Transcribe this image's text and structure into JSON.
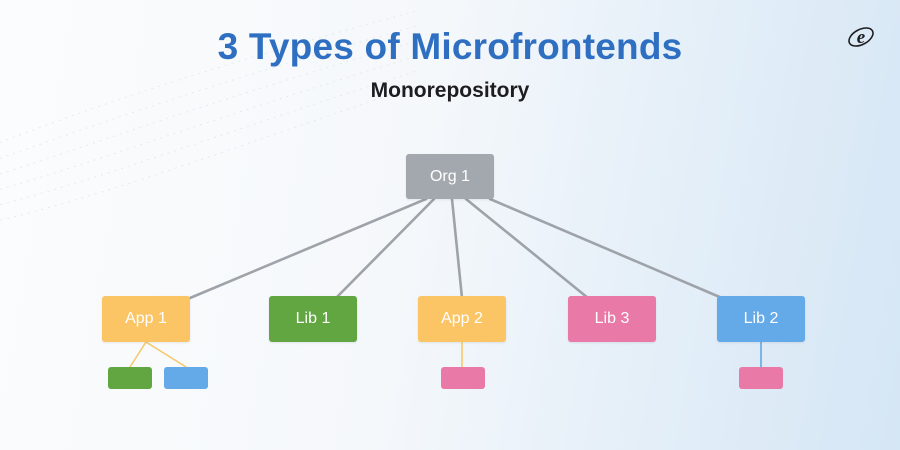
{
  "header": {
    "title": "3 Types of Microfrontends",
    "subtitle": "Monorepository"
  },
  "logo": {
    "icon": "e-letter-logo-icon",
    "glyph": "e"
  },
  "colors": {
    "title": "#2f6fc2",
    "org": "#a3a7ae",
    "app": "#fbc566",
    "lib_green": "#61a640",
    "lib_pink": "#e97aa8",
    "lib_blue": "#64a9e8",
    "link_gray": "#9ea3aa",
    "link_yellow": "#f6c96a",
    "link_blue": "#5ea8e4"
  },
  "diagram": {
    "root": {
      "label": "Org 1",
      "color": "org"
    },
    "children": [
      {
        "label": "App 1",
        "color": "app",
        "subs": [
          "lib_green",
          "lib_blue"
        ]
      },
      {
        "label": "Lib 1",
        "color": "lib_green",
        "subs": []
      },
      {
        "label": "App 2",
        "color": "app",
        "subs": [
          "lib_pink"
        ]
      },
      {
        "label": "Lib 3",
        "color": "lib_pink",
        "subs": []
      },
      {
        "label": "Lib 2",
        "color": "lib_blue",
        "subs": [
          "lib_pink"
        ]
      }
    ]
  }
}
